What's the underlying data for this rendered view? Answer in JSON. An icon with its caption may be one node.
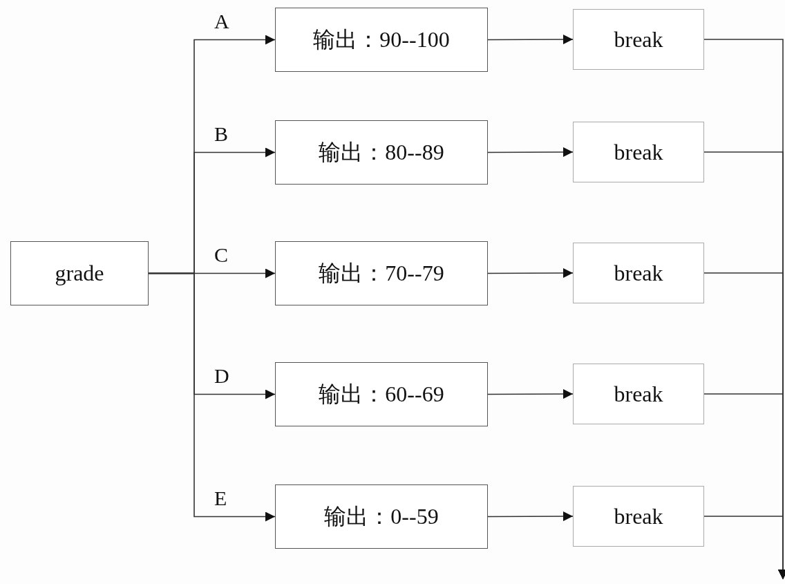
{
  "diagram": {
    "nodes": [
      {
        "text": [
          "grade"
        ]
      },
      {
        "text": [
          "输出：90--100"
        ]
      },
      {
        "text": [
          "输出：80--89"
        ]
      },
      {
        "text": [
          "输出：70--79"
        ]
      },
      {
        "text": [
          "输出：60--69"
        ]
      },
      {
        "text": [
          "输出：0--59"
        ]
      },
      {
        "text": [
          "break"
        ]
      },
      {
        "text": [
          "break"
        ]
      },
      {
        "text": [
          "break"
        ]
      },
      {
        "text": [
          "break"
        ]
      },
      {
        "text": [
          "break"
        ]
      }
    ],
    "edges": [
      {
        "from": 0,
        "to": 1,
        "label": "A",
        "arrow": "to"
      },
      {
        "from": 0,
        "to": 2,
        "label": "B",
        "arrow": "to"
      },
      {
        "from": 0,
        "to": 3,
        "label": "C",
        "arrow": "to"
      },
      {
        "from": 0,
        "to": 4,
        "label": "D",
        "arrow": "to"
      },
      {
        "from": 0,
        "to": 5,
        "label": "E",
        "arrow": "to"
      },
      {
        "from": 1,
        "to": 6,
        "arrow": "to"
      },
      {
        "from": 2,
        "to": 7,
        "arrow": "to"
      },
      {
        "from": 3,
        "to": 8,
        "arrow": "to"
      },
      {
        "from": 4,
        "to": 9,
        "arrow": "to"
      },
      {
        "from": 5,
        "to": 10,
        "arrow": "to"
      },
      {
        "from": 6,
        "to": null,
        "arrow": "to"
      },
      {
        "from": 7,
        "to": null,
        "arrow": "to"
      },
      {
        "from": 8,
        "to": null,
        "arrow": "to"
      },
      {
        "from": 9,
        "to": null,
        "arrow": "to"
      },
      {
        "from": 10,
        "to": null,
        "arrow": "to"
      }
    ]
  }
}
